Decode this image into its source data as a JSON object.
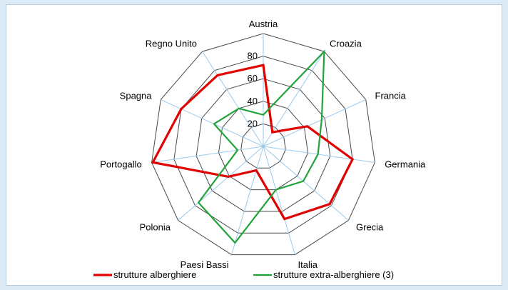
{
  "chart_data": {
    "type": "radar",
    "categories": [
      "Austria",
      "Croazia",
      "Francia",
      "Germania",
      "Grecia",
      "Italia",
      "Paesi Bassi",
      "Polonia",
      "Portogallo",
      "Spagna",
      "Regno Unito"
    ],
    "ticks": [
      20,
      40,
      60,
      80
    ],
    "ylim": [
      0,
      100
    ],
    "grid": true,
    "legend_position": "bottom",
    "series": [
      {
        "name": "strutture alberghiere",
        "color": "#e00000",
        "values": [
          72,
          15,
          43,
          80,
          78,
          67,
          22,
          41,
          99,
          80,
          75
        ]
      },
      {
        "name": "strutture extra-alberghiere (3)",
        "color": "#22a33a",
        "values": [
          28,
          100,
          57,
          49,
          47,
          40,
          89,
          76,
          23,
          48,
          40
        ]
      }
    ]
  }
}
